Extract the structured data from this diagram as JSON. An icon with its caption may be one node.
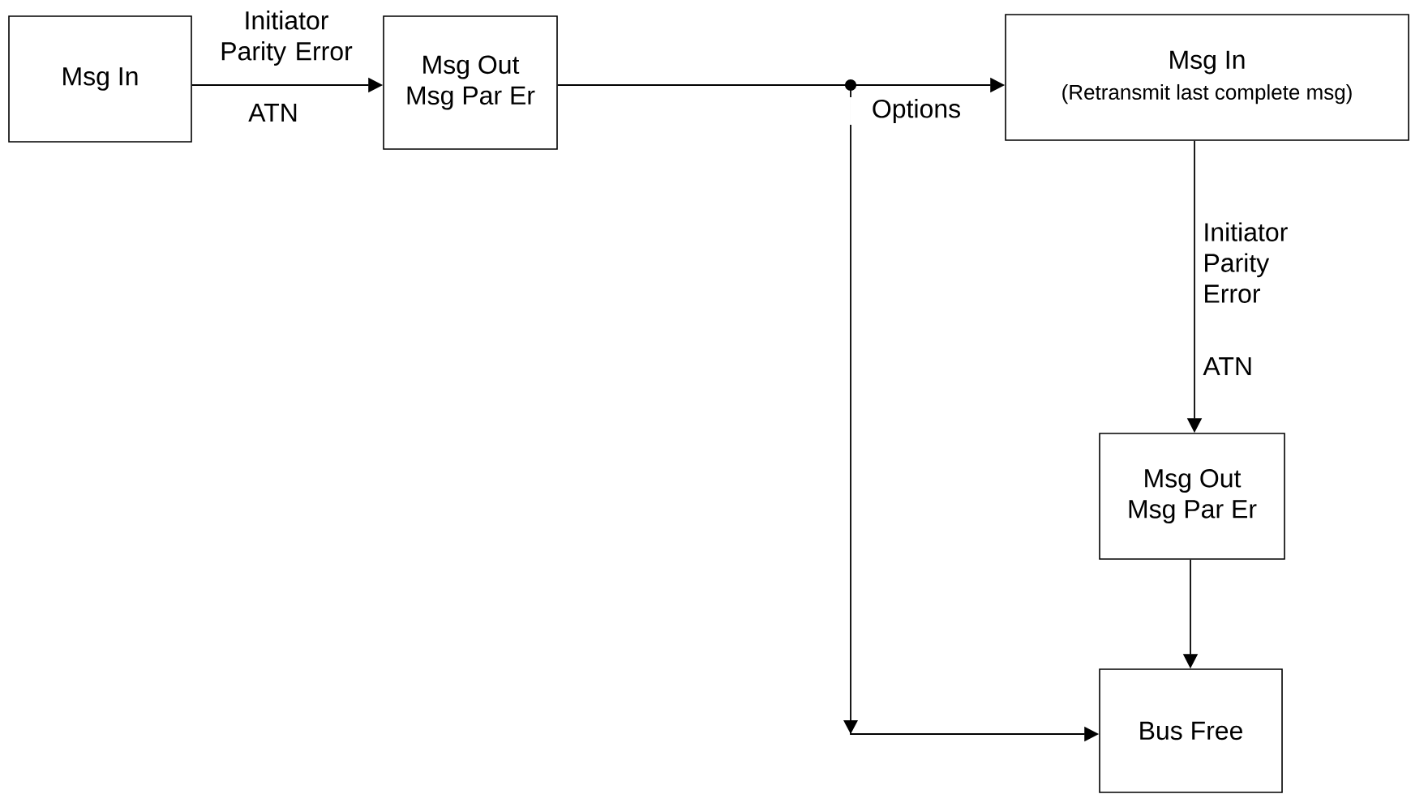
{
  "diagram": {
    "nodes": [
      {
        "text": [
          "Msg In"
        ]
      },
      {
        "text": [
          "Msg Out",
          "Msg Par Er"
        ]
      },
      {
        "text": [
          "Msg In",
          "(Retransmit last complete msg)"
        ]
      },
      {
        "text": [
          "Msg Out",
          "Msg Par Er"
        ]
      },
      {
        "text": [
          "Bus Free"
        ]
      }
    ],
    "edges": [
      {
        "from": 0,
        "to": 1,
        "arrow": "to",
        "label": "Initiator Parity Error"
      },
      {
        "from": 1,
        "to": 2,
        "arrow": "to",
        "label": "Options"
      },
      {
        "from": 1,
        "to": 4,
        "arrow": "to"
      },
      {
        "from": 2,
        "to": 3,
        "arrow": "to",
        "label": "Initiator Parity Error"
      },
      {
        "from": 3,
        "to": 4,
        "arrow": "to"
      }
    ],
    "labels": [
      "ATN",
      "ATN"
    ]
  }
}
